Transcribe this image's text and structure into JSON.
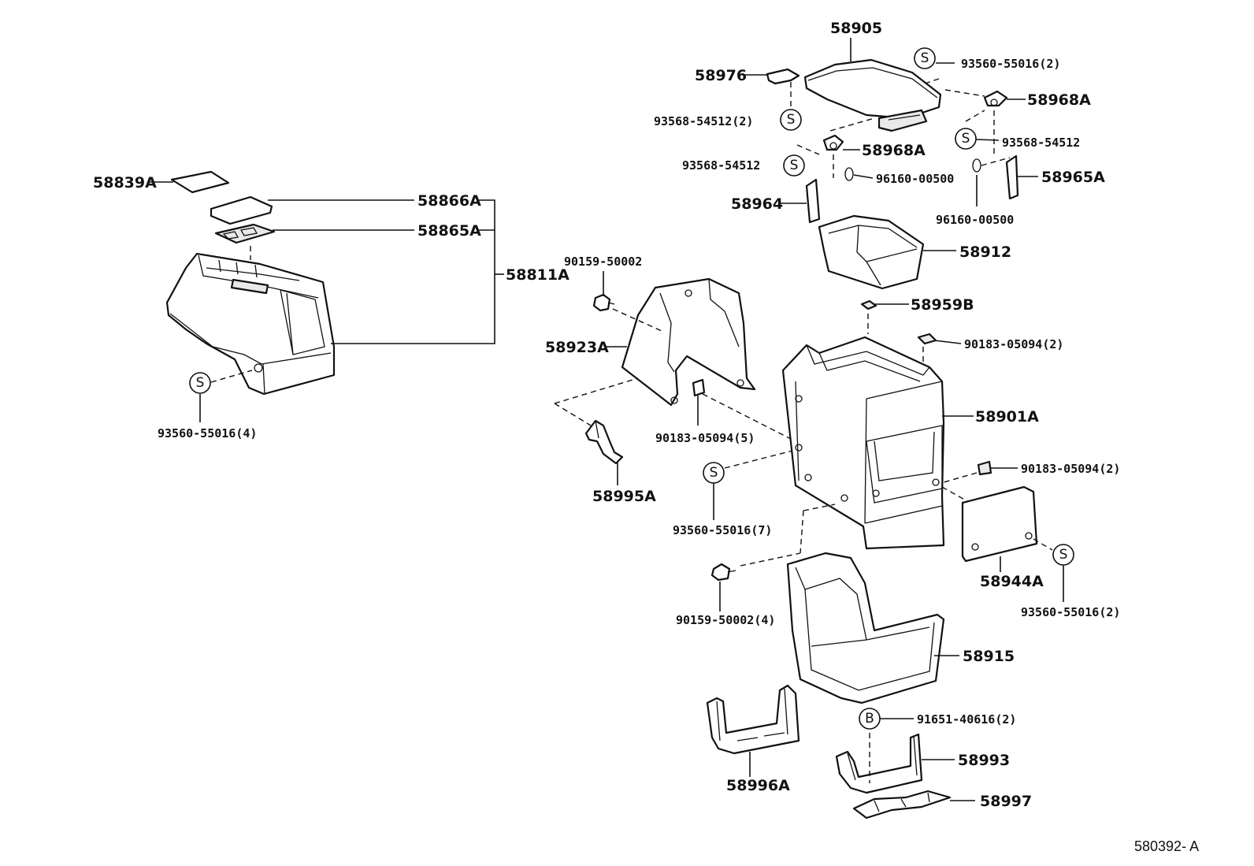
{
  "diagram": {
    "ref_code": "580392- A",
    "symbols": {
      "screw": "S",
      "bolt": "B"
    },
    "parts": {
      "p58905": "58905",
      "p93560_55016_2_top": "93560-55016(2)",
      "p58976": "58976",
      "p58968A_right": "58968A",
      "p93568_54512_2": "93568-54512(2)",
      "p93568_54512_right": "93568-54512",
      "p58968A_mid": "58968A",
      "p93568_54512_mid": "93568-54512",
      "p96160_00500_mid": "96160-00500",
      "p58965A": "58965A",
      "p58964": "58964",
      "p96160_00500_right": "96160-00500",
      "p58912": "58912",
      "p58839A": "58839A",
      "p58866A": "58866A",
      "p58865A": "58865A",
      "p58811A": "58811A",
      "p90159_50002": "90159-50002",
      "p58959B": "58959B",
      "p90183_05094_2_top": "90183-05094(2)",
      "p58923A": "58923A",
      "p58901A": "58901A",
      "p93560_55016_4": "93560-55016(4)",
      "p90183_05094_5": "90183-05094(5)",
      "p90183_05094_2_mid": "90183-05094(2)",
      "p58995A": "58995A",
      "p93560_55016_7": "93560-55016(7)",
      "p58944A": "58944A",
      "p90159_50002_4": "90159-50002(4)",
      "p93560_55016_2_bot": "93560-55016(2)",
      "p58915": "58915",
      "p91651_40616_2": "91651-40616(2)",
      "p58993": "58993",
      "p58996A": "58996A",
      "p58997": "58997"
    }
  }
}
